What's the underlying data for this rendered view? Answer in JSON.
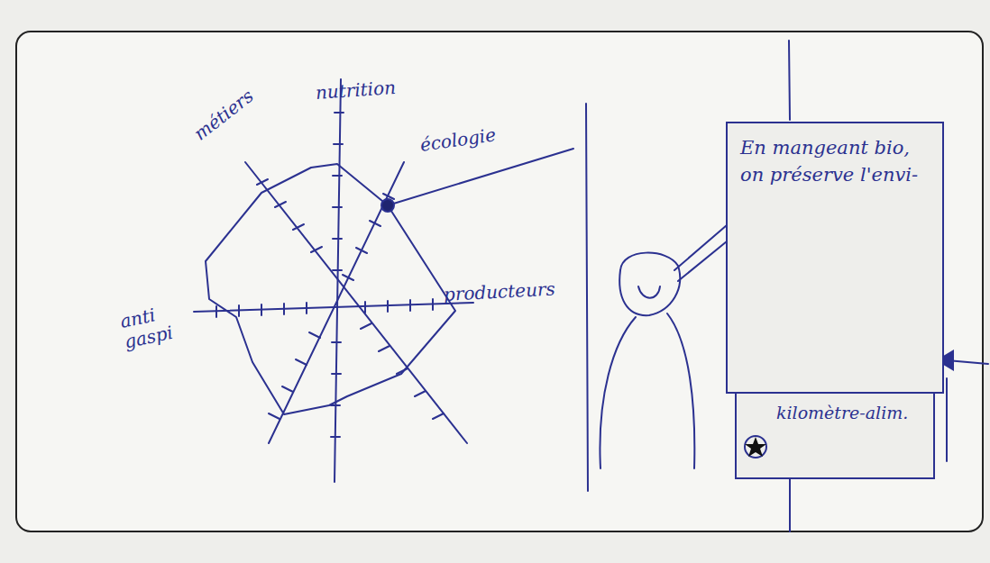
{
  "diagram": {
    "nodes": [
      {
        "text": [
          "En mangeant bio, on préserve l'envi-"
        ]
      },
      {
        "text": [
          "kilomètre-alim."
        ]
      }
    ],
    "labels": [
      "métiers",
      "nutrition",
      "écologie",
      "producteurs",
      "anti gaspi"
    ]
  }
}
